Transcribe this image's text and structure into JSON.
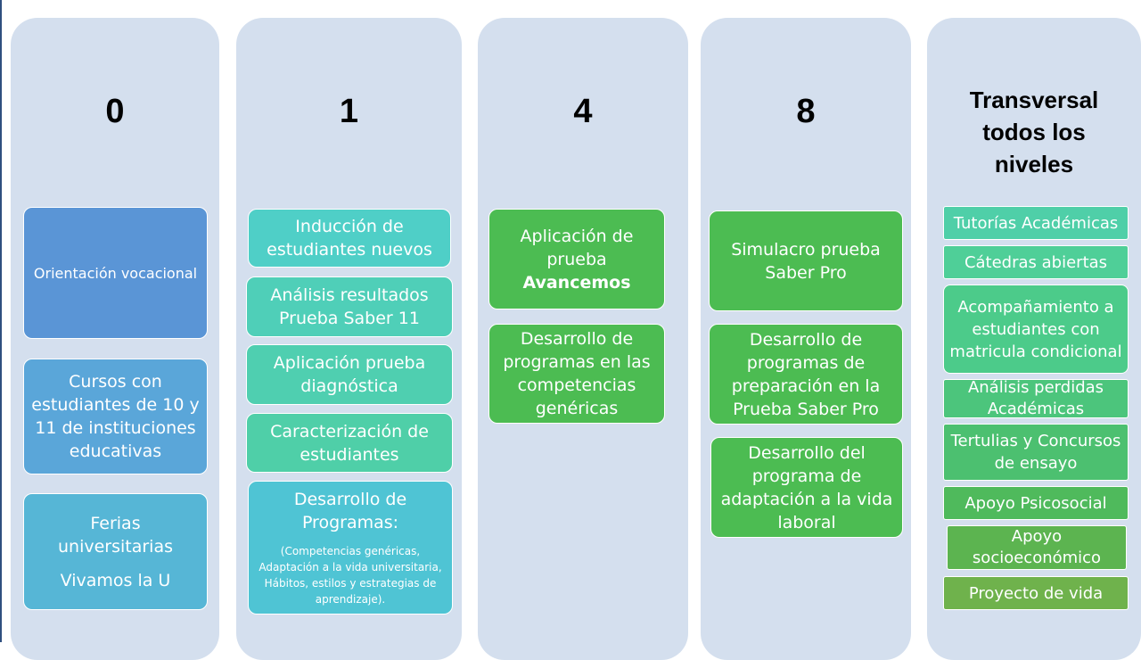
{
  "columns": [
    {
      "header": "0",
      "items": [
        {
          "text": "Orientación vocacional"
        },
        {
          "text": "Cursos con estudiantes de 10 y 11 de instituciones educativas"
        },
        {
          "line1": "Ferias universitarias",
          "line2": "Vivamos la U"
        }
      ]
    },
    {
      "header": "1",
      "items": [
        {
          "text": "Inducción de estudiantes nuevos"
        },
        {
          "text": "Análisis resultados Prueba Saber 11"
        },
        {
          "text": "Aplicación prueba diagnóstica"
        },
        {
          "text": "Caracterización de estudiantes"
        },
        {
          "title": "Desarrollo de Programas:",
          "detail": "(Competencias genéricas, Adaptación a la vida universitaria, Hábitos, estilos y estrategias de aprendizaje)."
        }
      ]
    },
    {
      "header": "4",
      "items": [
        {
          "line1": "Aplicación de prueba",
          "bold": "Avancemos"
        },
        {
          "text": "Desarrollo de programas en las competencias genéricas"
        }
      ]
    },
    {
      "header": "8",
      "items": [
        {
          "text": "Simulacro prueba Saber Pro"
        },
        {
          "text": "Desarrollo de programas de preparación en la Prueba Saber Pro"
        },
        {
          "text": "Desarrollo del programa de adaptación a la vida laboral"
        }
      ]
    },
    {
      "header": "Transversal todos los niveles",
      "items": [
        {
          "text": "Tutorías Académicas"
        },
        {
          "text": "Cátedras abiertas"
        },
        {
          "text": "Acompañamiento a estudiantes con matricula condicional"
        },
        {
          "text": "Análisis perdidas Académicas"
        },
        {
          "text": "Tertulias y Concursos de ensayo"
        },
        {
          "text": "Apoyo Psicosocial"
        },
        {
          "text": "Apoyo socioeconómico"
        },
        {
          "text": "Proyecto de vida"
        }
      ]
    }
  ],
  "colors": {
    "column_bg": "#d4dfee",
    "blue": "#5a95d6",
    "blue_mid": "#5aa6d9",
    "cyan": "#56b6d6",
    "teal": "#4fcfc7",
    "teal_green": "#4fcfa8",
    "green": "#4cbc52",
    "olive_green": "#6fb24c"
  }
}
